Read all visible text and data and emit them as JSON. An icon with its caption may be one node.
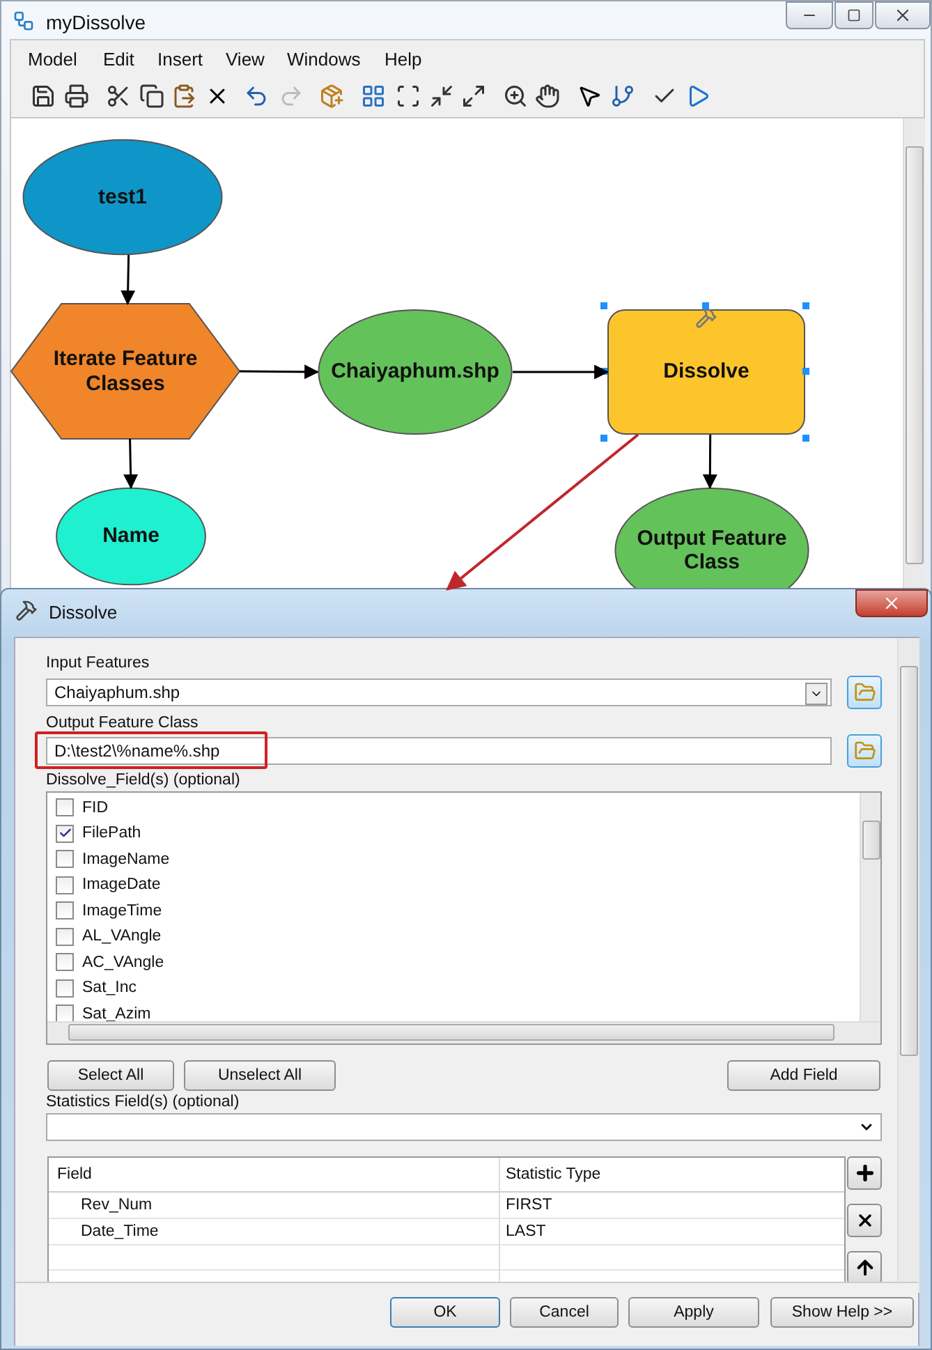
{
  "diagram": {
    "nodes": [
      {
        "text": [
          "test1"
        ]
      },
      {
        "text": [
          "Iterate Feature Classes"
        ]
      },
      {
        "text": [
          "Chaiyaphum.shp"
        ]
      },
      {
        "text": [
          "Dissolve"
        ]
      },
      {
        "text": [
          "Name"
        ]
      },
      {
        "text": [
          "Output Feature Class"
        ]
      },
      {
        "text": [
          "Dissolve"
        ]
      }
    ],
    "edges": [
      {
        "from": 0,
        "to": 1,
        "arrow": "to"
      },
      {
        "from": 1,
        "to": 2,
        "arrow": "to"
      },
      {
        "from": 2,
        "to": 3,
        "arrow": "to"
      },
      {
        "from": 1,
        "to": 4,
        "arrow": "to"
      },
      {
        "from": 3,
        "to": 5,
        "arrow": "to"
      },
      {
        "from": 3,
        "to": 6,
        "arrow": "to",
        "color": "#c0272d"
      }
    ],
    "labels": [
      "myDissolve",
      "Model",
      "Edit",
      "Insert",
      "View",
      "Windows",
      "Help",
      "Input Features",
      "Chaiyaphum.shp",
      "Output Feature Class",
      "D:\\test2\\%name%.shp",
      "Dissolve_Field(s) (optional)",
      "FID",
      "FilePath",
      "ImageName",
      "ImageDate",
      "ImageTime",
      "AL_VAngle",
      "AC_VAngle",
      "Sat_Inc",
      "Sat_Azim",
      "Select All",
      "Unselect All",
      "Add Field",
      "Statistics Field(s) (optional)",
      "Field",
      "Statistic Type",
      "Rev_Num",
      "FIRST",
      "Date_Time",
      "LAST",
      "OK",
      "Cancel",
      "Apply",
      "Show Help >>"
    ]
  }
}
